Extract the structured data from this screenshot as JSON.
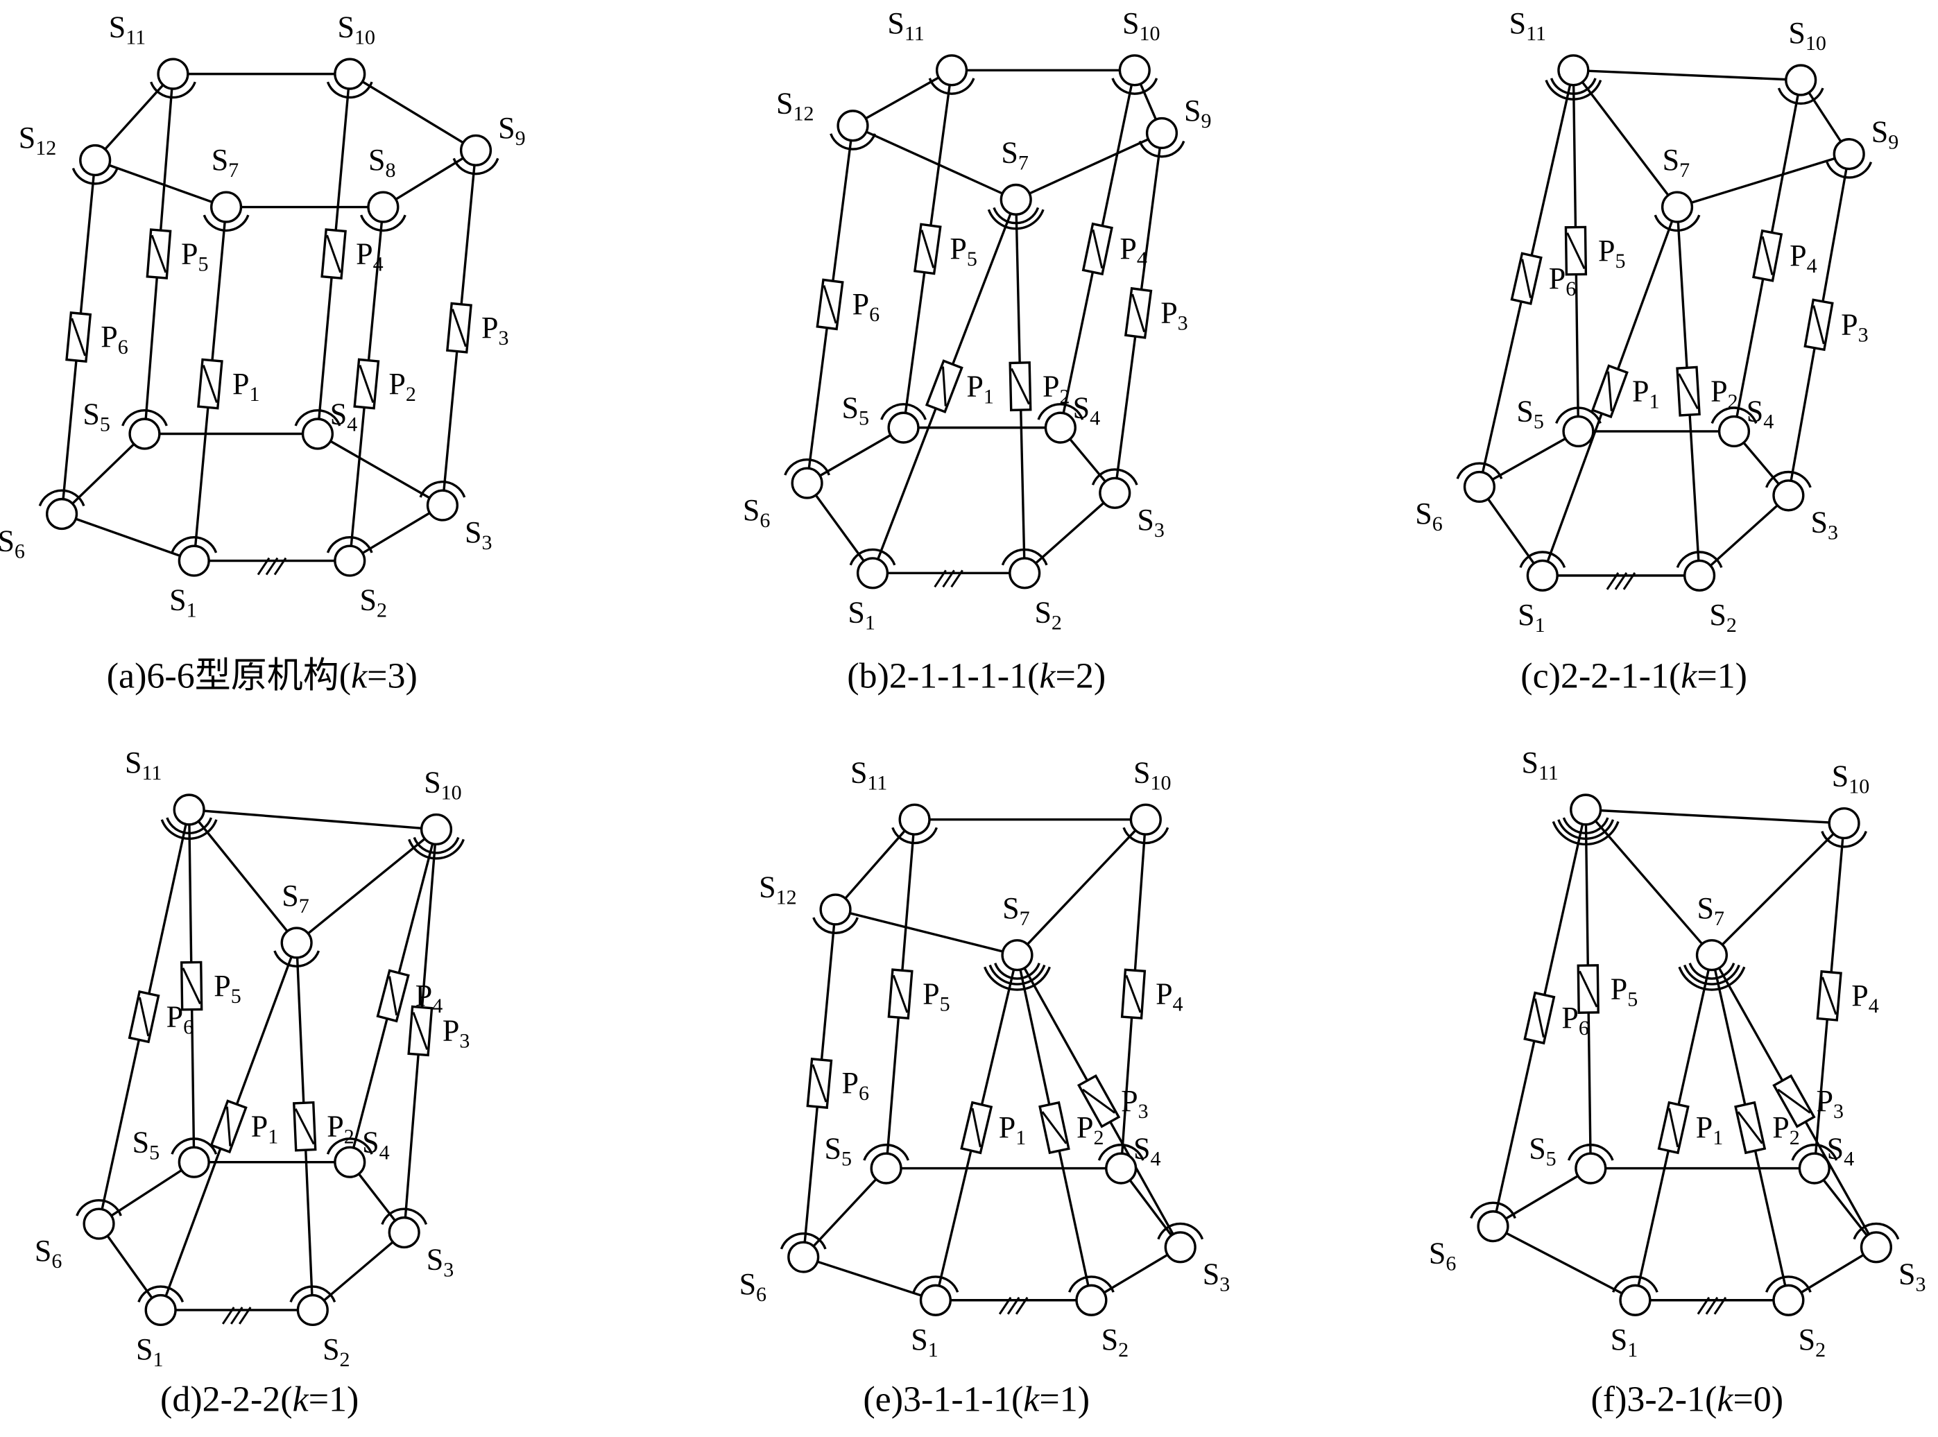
{
  "figure": {
    "panels": [
      {
        "id": "a",
        "caption": {
          "prefix": "(a)6-6型原机构(",
          "k": "k",
          "suffix": "=3)"
        },
        "joints": [
          "S1",
          "S2",
          "S3",
          "S4",
          "S5",
          "S6",
          "S7",
          "S8",
          "S9",
          "S10",
          "S11",
          "S12"
        ],
        "legs": [
          "P1",
          "P2",
          "P3",
          "P4",
          "P5",
          "P6"
        ]
      },
      {
        "id": "b",
        "caption": {
          "prefix": "(b)2-1-1-1-1(",
          "k": "k",
          "suffix": "=2)"
        },
        "joints": [
          "S1",
          "S2",
          "S3",
          "S4",
          "S5",
          "S6",
          "S7",
          "S9",
          "S10",
          "S11",
          "S12"
        ],
        "legs": [
          "P1",
          "P2",
          "P3",
          "P4",
          "P5",
          "P6"
        ]
      },
      {
        "id": "c",
        "caption": {
          "prefix": "(c)2-2-1-1(",
          "k": "k",
          "suffix": "=1)"
        },
        "joints": [
          "S1",
          "S2",
          "S3",
          "S4",
          "S5",
          "S6",
          "S7",
          "S9",
          "S10",
          "S11"
        ],
        "legs": [
          "P1",
          "P2",
          "P3",
          "P4",
          "P5",
          "P6"
        ]
      },
      {
        "id": "d",
        "caption": {
          "prefix": "(d)2-2-2(",
          "k": "k",
          "suffix": "=1)"
        },
        "joints": [
          "S1",
          "S2",
          "S3",
          "S4",
          "S5",
          "S6",
          "S7",
          "S10",
          "S11"
        ],
        "legs": [
          "P1",
          "P2",
          "P3",
          "P4",
          "P5",
          "P6"
        ]
      },
      {
        "id": "e",
        "caption": {
          "prefix": "(e)3-1-1-1(",
          "k": "k",
          "suffix": "=1)"
        },
        "joints": [
          "S1",
          "S2",
          "S3",
          "S4",
          "S5",
          "S6",
          "S7",
          "S10",
          "S11",
          "S12"
        ],
        "legs": [
          "P1",
          "P2",
          "P3",
          "P4",
          "P5",
          "P6"
        ]
      },
      {
        "id": "f",
        "caption": {
          "prefix": "(f)3-2-1(",
          "k": "k",
          "suffix": "=0)"
        },
        "joints": [
          "S1",
          "S2",
          "S3",
          "S4",
          "S5",
          "S6",
          "S7",
          "S10",
          "S11"
        ],
        "legs": [
          "P1",
          "P2",
          "P3",
          "P4",
          "P5",
          "P6"
        ]
      }
    ],
    "ground_symbol": "///"
  }
}
